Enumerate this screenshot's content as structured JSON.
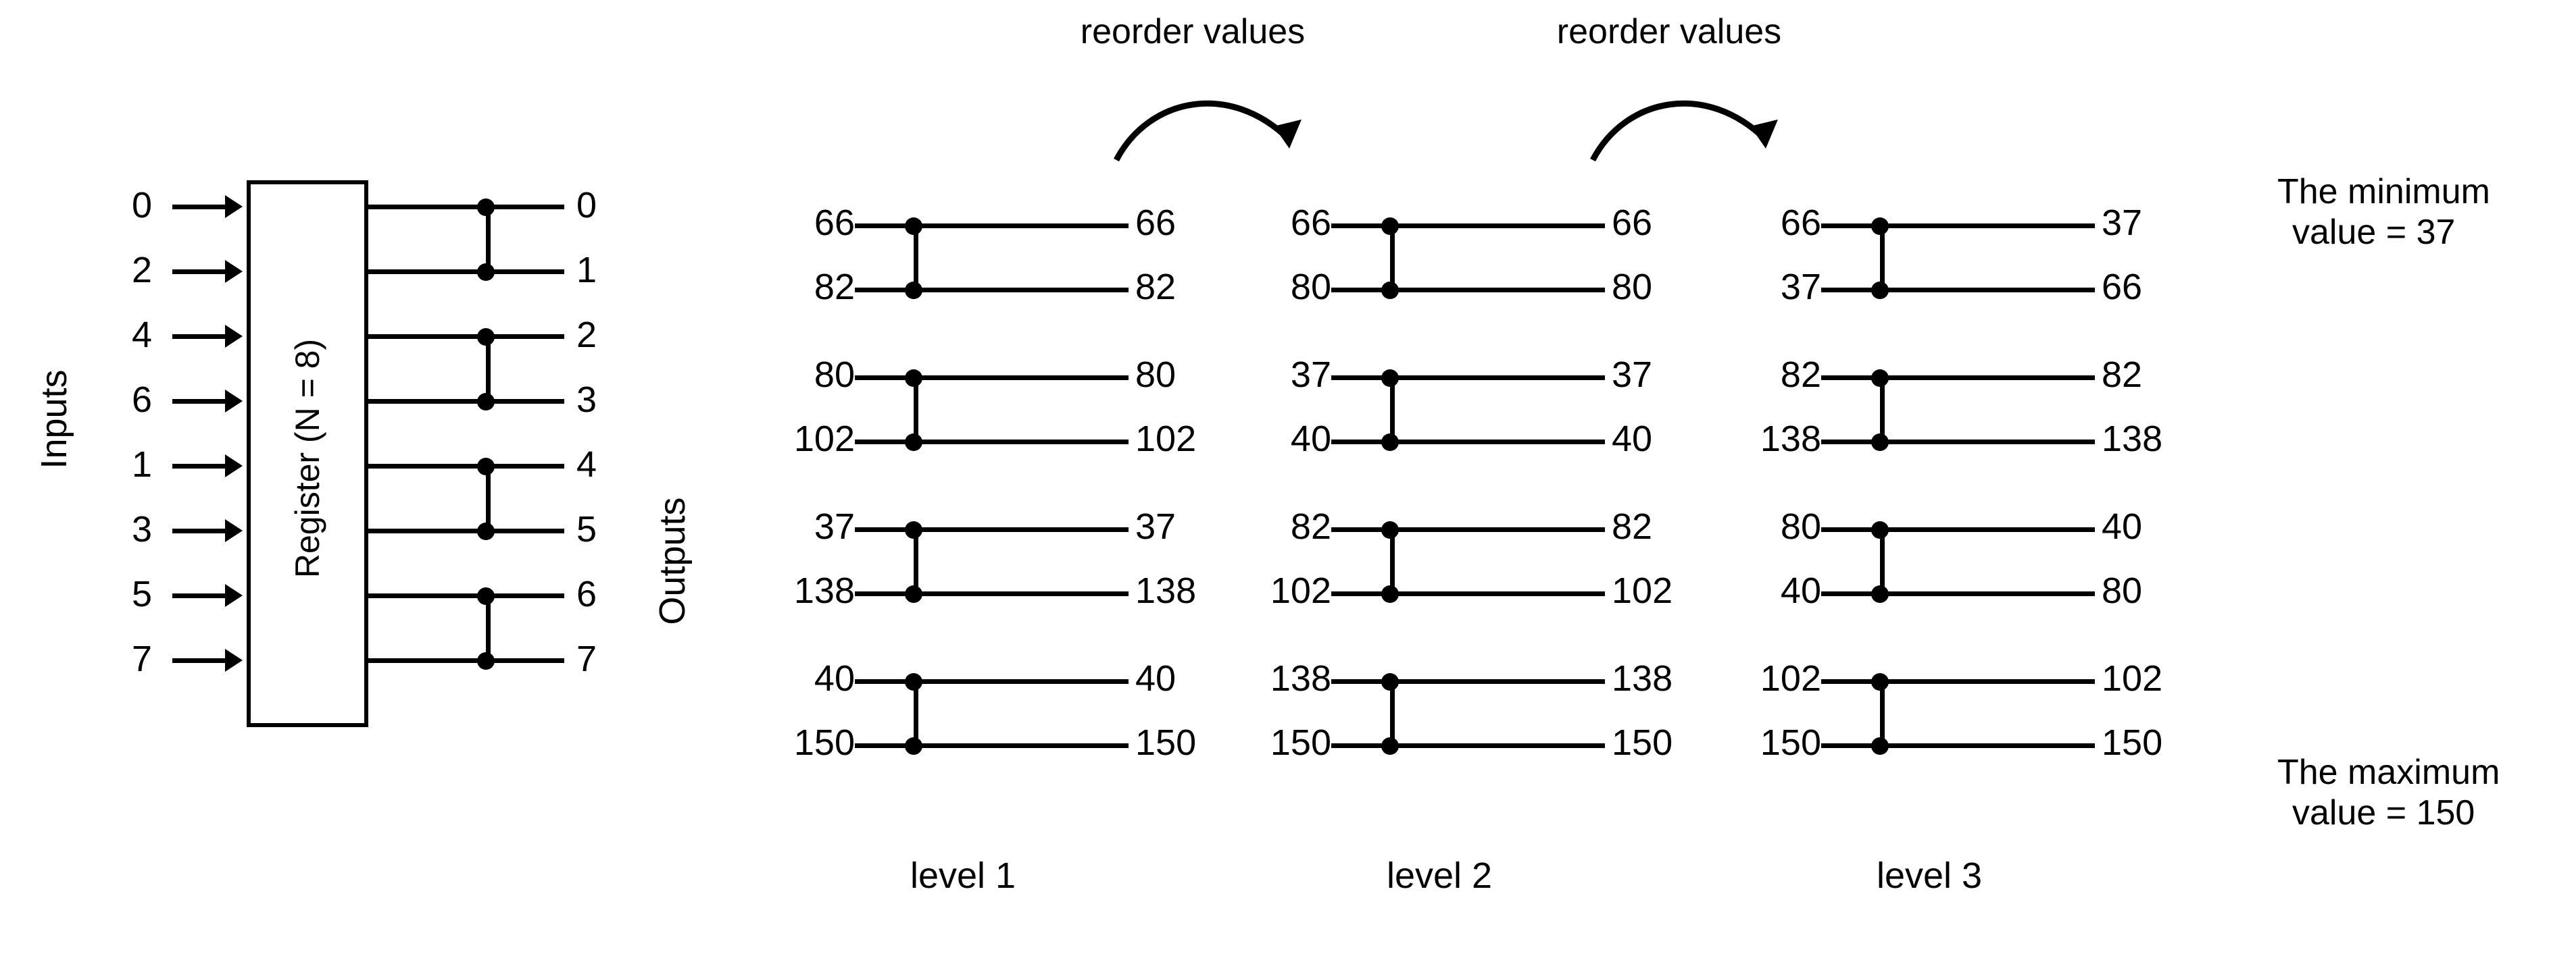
{
  "diagram": {
    "title_hidden": "",
    "register": {
      "label": "Register (N = 8)",
      "inputs_label": "Inputs",
      "outputs_label": "Outputs",
      "input_ports": [
        "0",
        "2",
        "4",
        "6",
        "1",
        "3",
        "5",
        "7"
      ],
      "output_ports": [
        "0",
        "1",
        "2",
        "3",
        "4",
        "5",
        "6",
        "7"
      ],
      "comparator_pairs": [
        [
          0,
          1
        ],
        [
          2,
          3
        ],
        [
          4,
          5
        ],
        [
          6,
          7
        ]
      ]
    },
    "annotations": {
      "reorder_1": "reorder values",
      "reorder_2": "reorder values",
      "minimum": "The minimum",
      "minimum_value": "value = 37",
      "maximum": "The maximum",
      "maximum_value": "value = 150"
    },
    "levels": [
      {
        "name": "level 1",
        "left": [
          "66",
          "82",
          "80",
          "102",
          "37",
          "138",
          "40",
          "150"
        ],
        "right": [
          "66",
          "82",
          "80",
          "102",
          "37",
          "138",
          "40",
          "150"
        ]
      },
      {
        "name": "level 2",
        "left": [
          "66",
          "80",
          "37",
          "40",
          "82",
          "102",
          "138",
          "150"
        ],
        "right": [
          "66",
          "80",
          "37",
          "40",
          "82",
          "102",
          "138",
          "150"
        ]
      },
      {
        "name": "level 3",
        "left": [
          "66",
          "37",
          "82",
          "138",
          "80",
          "40",
          "102",
          "150"
        ],
        "right": [
          "37",
          "66",
          "82",
          "138",
          "40",
          "80",
          "102",
          "150"
        ]
      }
    ]
  },
  "chart_data": {
    "type": "diagram",
    "title": "Bitonic sorting network register with 3 comparison levels",
    "stages": [
      {
        "level": "level 1",
        "input": [
          66,
          82,
          80,
          102,
          37,
          138,
          40,
          150
        ],
        "output": [
          66,
          82,
          80,
          102,
          37,
          138,
          40,
          150
        ]
      },
      {
        "level": "level 2",
        "input": [
          66,
          80,
          37,
          40,
          82,
          102,
          138,
          150
        ],
        "output": [
          66,
          80,
          37,
          40,
          82,
          102,
          138,
          150
        ]
      },
      {
        "level": "level 3",
        "input": [
          66,
          37,
          82,
          138,
          80,
          40,
          102,
          150
        ],
        "output": [
          37,
          66,
          82,
          138,
          40,
          80,
          102,
          150
        ]
      }
    ],
    "minimum": 37,
    "maximum": 150,
    "register_size": 8
  },
  "colors": {
    "ink": "#000000",
    "paper": "#ffffff"
  }
}
